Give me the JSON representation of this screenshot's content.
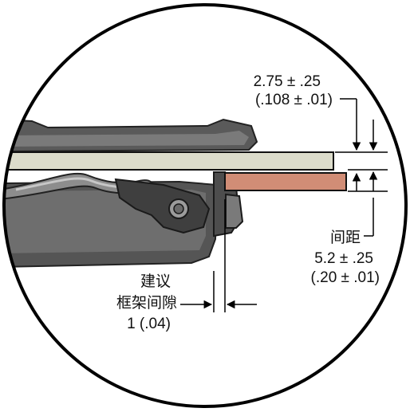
{
  "labels": {
    "top_dim_line1": "2.75 ± .25",
    "top_dim_line2": "(.108 ± .01)",
    "spacing_label": "间距",
    "spacing_dim_line1": "5.2 ± .25",
    "spacing_dim_line2": "(.20 ± .01)",
    "clearance_line1": "建议",
    "clearance_line2": "框架间隙",
    "clearance_line3": "1 (.04)"
  },
  "colors": {
    "circle_stroke": "#000000",
    "clip_dark": "#4a4a4a",
    "clip_mid": "#6d6d6d",
    "clip_light": "#8a8a8a",
    "clip_highlight": "#b9b9b9",
    "board_upper": "#dcdccb",
    "board_lower": "#d18d76",
    "dimension_line": "#000000"
  }
}
